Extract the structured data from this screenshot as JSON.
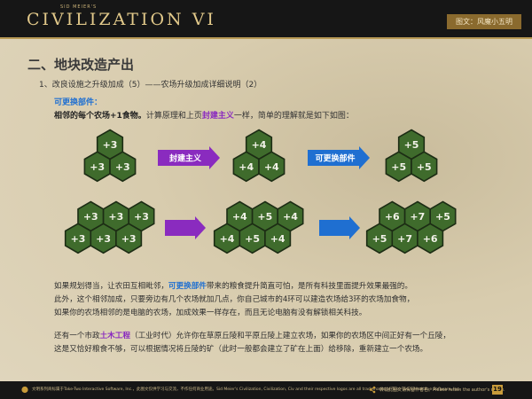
{
  "header": {
    "logo_small": "SID MEIER'S",
    "logo_big": "CIVILIZATION VI",
    "credit": "图文：风魔小五明",
    "accent": "#8a6a2e"
  },
  "content": {
    "section_title": "二、地块改造产出",
    "sub_title": "1、改良设施之升级加成（5）——农场升级加成详细说明（2）",
    "feudal_tag": "可更换部件：",
    "summary_bold": "相邻的每个农场+1食物。",
    "summary_rest_a": "计算原理和上页",
    "summary_highlight": "封建主义",
    "summary_rest_b": "一样，简单的理解就是如下如图：",
    "para1": [
      "如果规划得当，让农田互相毗邻，",
      "可更换部件",
      "带来的粮食提升简直可怕，是所有科技里面提升效果最强的。"
    ],
    "para2": "此外，这个相邻加成，只要旁边有几个农场就加几点，你自己城市的4环可以建造农场给3环的农场加食物，",
    "para3": "如果你的农场相邻的是电脑的农场，加成效果一样存在，而且无论电脑有没有解锁相关科技。",
    "para4": [
      "还有一个市政",
      "土木工程",
      "（工业时代）允许你在草原丘陵和平原丘陵上建立农场，如果你的农场区中间正好有一个丘陵，"
    ],
    "para5": "这是又恰好粮食不够，可以根据情况将丘陵的矿（此时一般都会建立了矿在上面）给移除，重新建立一个农场。"
  },
  "diagram": {
    "arrow_feudal_label": "封建主义",
    "arrow_parts_label": "可更换部件",
    "feudal_color": "#8a2bbf",
    "parts_color": "#1f6fd1",
    "hex_color": "#3f6b2c",
    "row1": {
      "base": [
        "+3",
        "+3",
        "+3"
      ],
      "feudal": [
        "+4",
        "+4",
        "+4"
      ],
      "parts": [
        "+5",
        "+5",
        "+5"
      ]
    },
    "row2": {
      "base": [
        "+3",
        "+3",
        "+3",
        "+3",
        "+3",
        "+3"
      ],
      "feudal": [
        "+4",
        "+5",
        "+4",
        "+4",
        "+5",
        "+4"
      ],
      "parts": [
        "+6",
        "+7",
        "+5",
        "+5",
        "+7",
        "+6"
      ]
    }
  },
  "footer": {
    "copyright": "文明系列商标属于Take-Two Interactive Software, Inc.，此图文仅供学习与交流，不作任何商业用途。Sid Meier's Civilization, Civilization, Civ and their respective logos are all trademarks of Take-Two Interactive Software, Inc.",
    "share": "转载此图文请保留作者名。Please retain the author's name.",
    "page_number": "19"
  }
}
